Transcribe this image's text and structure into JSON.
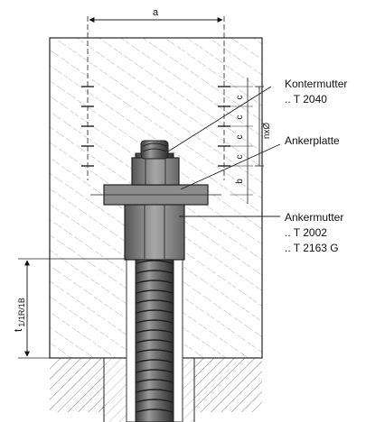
{
  "dimensions": {
    "a": "a",
    "c": "c",
    "b": "b",
    "n_phi": "nxØ",
    "t_prefix": "t",
    "t_sub": "1/1R/1B"
  },
  "callouts": {
    "kontermutter": [
      "Kontermutter",
      ".. T 2040"
    ],
    "ankerplatte": [
      "Ankerplatte"
    ],
    "ankermutter": [
      "Ankermutter",
      ".. T 2002",
      ".. T 2163 G"
    ]
  }
}
